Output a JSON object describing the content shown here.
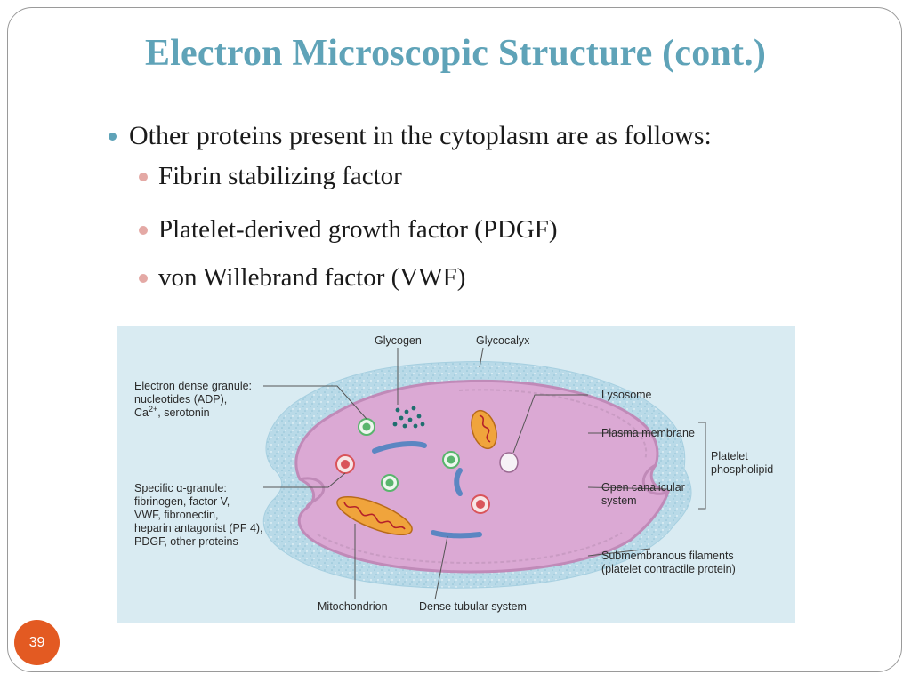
{
  "slide": {
    "title": "Electron Microscopic Structure (cont.)",
    "bullets": {
      "main": "Other proteins present in the cytoplasm are as follows:",
      "sub": [
        "Fibrin stabilizing factor",
        "Platelet-derived growth factor (PDGF)",
        "von Willebrand factor (VWF)"
      ]
    },
    "page_number": "39"
  },
  "diagram": {
    "labels": {
      "glycogen": "Glycogen",
      "glycocalyx": "Glycocalyx",
      "electron_dense_1": "Electron dense granule:",
      "electron_dense_2": "nucleotides (ADP),",
      "electron_dense_3": "Ca",
      "electron_dense_3_sup": "2+",
      "electron_dense_3_rest": ", serotonin",
      "specific_1": "Specific α-granule:",
      "specific_2": "fibrinogen, factor V,",
      "specific_3": "VWF, fibronectin,",
      "specific_4": "heparin antagonist (PF 4),",
      "specific_5": "PDGF, other proteins",
      "lysosome": "Lysosome",
      "plasma_membrane": "Plasma membrane",
      "platelet_phospholipid_1": "Platelet",
      "platelet_phospholipid_2": "phospholipid",
      "open_canalicular_1": "Open canalicular",
      "open_canalicular_2": "system",
      "submembranous_1": "Submembranous filaments",
      "submembranous_2": "(platelet contractile protein)",
      "mitochondrion": "Mitochondrion",
      "dense_tubular": "Dense tubular system"
    },
    "colors": {
      "background": "#d9ebf2",
      "glycocalyx": "#b9dae8",
      "cytoplasm": "#dba9d4",
      "membrane": "#c08ab8",
      "dense_tubular": "#5b86c2",
      "mitochondrion": "#f0a43c",
      "granule_red": "#d9545a",
      "granule_green": "#59b56d",
      "lysosome": "#f6f2f6",
      "glycogen": "#1e6e6e"
    }
  },
  "colors": {
    "title": "#5fa3b8",
    "bullet_l1": "#5fa3b8",
    "bullet_l2": "#e4a9a5",
    "page_badge": "#e35a22"
  }
}
